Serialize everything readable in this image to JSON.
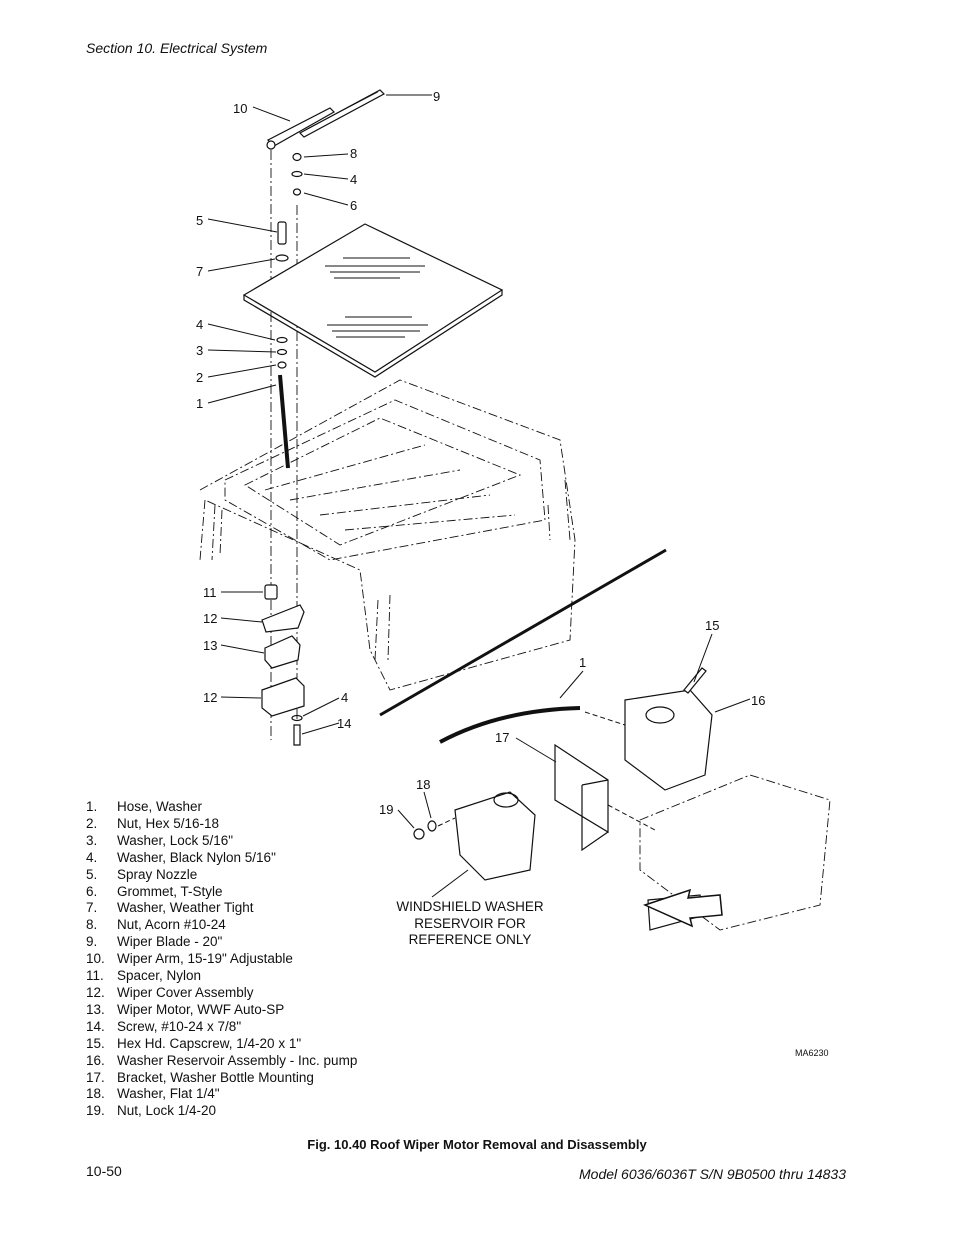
{
  "header": {
    "section": "Section 10.   Electrical System"
  },
  "callouts": {
    "c10": "10",
    "c9": "9",
    "c8": "8",
    "c4a": "4",
    "c6": "6",
    "c5": "5",
    "c7": "7",
    "c4b": "4",
    "c3": "3",
    "c2": "2",
    "c1a": "1",
    "c11": "11",
    "c12a": "12",
    "c13": "13",
    "c12b": "12",
    "c4c": "4",
    "c14": "14",
    "c15": "15",
    "c1b": "1",
    "c16": "16",
    "c17": "17",
    "c18": "18",
    "c19": "19"
  },
  "parts_list": [
    {
      "num": "1.",
      "desc": "Hose, Washer"
    },
    {
      "num": "2.",
      "desc": "Nut, Hex 5/16-18"
    },
    {
      "num": "3.",
      "desc": "Washer, Lock 5/16\""
    },
    {
      "num": "4.",
      "desc": "Washer, Black Nylon 5/16\""
    },
    {
      "num": "5.",
      "desc": "Spray Nozzle"
    },
    {
      "num": "6.",
      "desc": "Grommet, T-Style"
    },
    {
      "num": "7.",
      "desc": "Washer, Weather Tight"
    },
    {
      "num": "8.",
      "desc": "Nut, Acorn #10-24"
    },
    {
      "num": "9.",
      "desc": "Wiper Blade - 20\""
    },
    {
      "num": "10.",
      "desc": "Wiper Arm, 15-19\" Adjustable"
    },
    {
      "num": "11.",
      "desc": "Spacer, Nylon"
    },
    {
      "num": "12.",
      "desc": "Wiper Cover Assembly"
    },
    {
      "num": "13.",
      "desc": "Wiper Motor, WWF Auto-SP"
    },
    {
      "num": "14.",
      "desc": "Screw, #10-24 x 7/8\""
    },
    {
      "num": "15.",
      "desc": "Hex Hd. Capscrew, 1/4-20 x 1\""
    },
    {
      "num": "16.",
      "desc": "Washer Reservoir Assembly - Inc. pump"
    },
    {
      "num": "17.",
      "desc": "Bracket, Washer Bottle Mounting"
    },
    {
      "num": "18.",
      "desc": "Washer, Flat 1/4\""
    },
    {
      "num": "19.",
      "desc": "Nut, Lock 1/4-20"
    }
  ],
  "note_lines": [
    "WINDSHIELD WASHER",
    "RESERVOIR FOR",
    "REFERENCE ONLY"
  ],
  "drawing_id": "MA6230",
  "caption": "Fig. 10.40 Roof Wiper Motor Removal and Disassembly",
  "footer": {
    "page": "10-50",
    "model": "Model 6036/6036T S/N 9B0500 thru 14833"
  }
}
